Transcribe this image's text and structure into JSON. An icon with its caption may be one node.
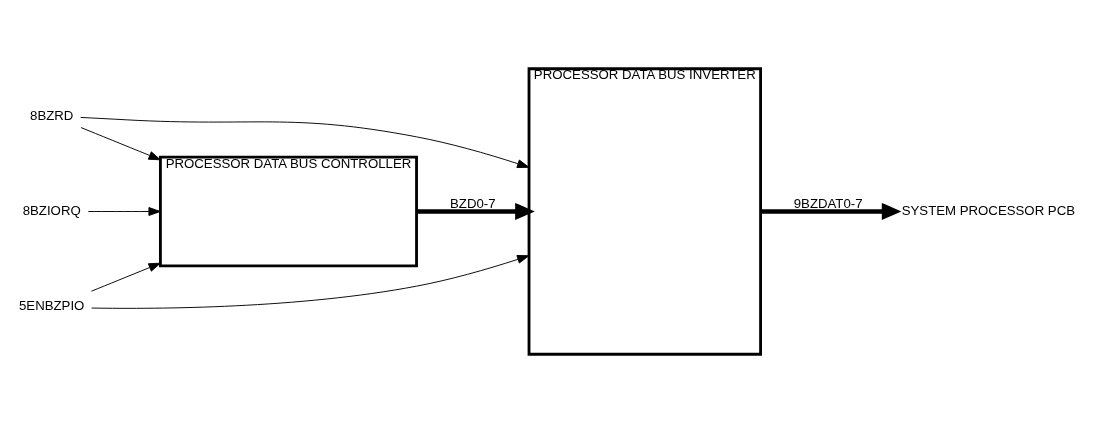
{
  "diagram": {
    "nodes": [
      {
        "text": [
          "5ENBZPIO"
        ]
      },
      {
        "text": [
          "8BZIORQ"
        ]
      },
      {
        "text": [
          "8BZRD"
        ]
      },
      {
        "text": [
          "PROCESSOR DATA BUS CONTROLLER"
        ]
      },
      {
        "text": [
          "PROCESSOR DATA BUS INVERTER"
        ]
      },
      {
        "text": [
          "SYSTEM PROCESSOR PCB"
        ]
      }
    ],
    "edges": [
      {
        "from": 0,
        "to": 3,
        "arrow": "to"
      },
      {
        "from": 0,
        "to": 4,
        "arrow": "to"
      },
      {
        "from": 1,
        "to": 3,
        "arrow": "to"
      },
      {
        "from": 2,
        "to": 3,
        "arrow": "to"
      },
      {
        "from": 2,
        "to": 4,
        "arrow": "to"
      },
      {
        "from": 3,
        "to": 4,
        "arrow": "to",
        "label": "BZD0-7",
        "style": "thick"
      },
      {
        "from": 4,
        "to": 5,
        "arrow": "to",
        "label": "9BZDAT0-7",
        "style": "thick"
      }
    ]
  }
}
